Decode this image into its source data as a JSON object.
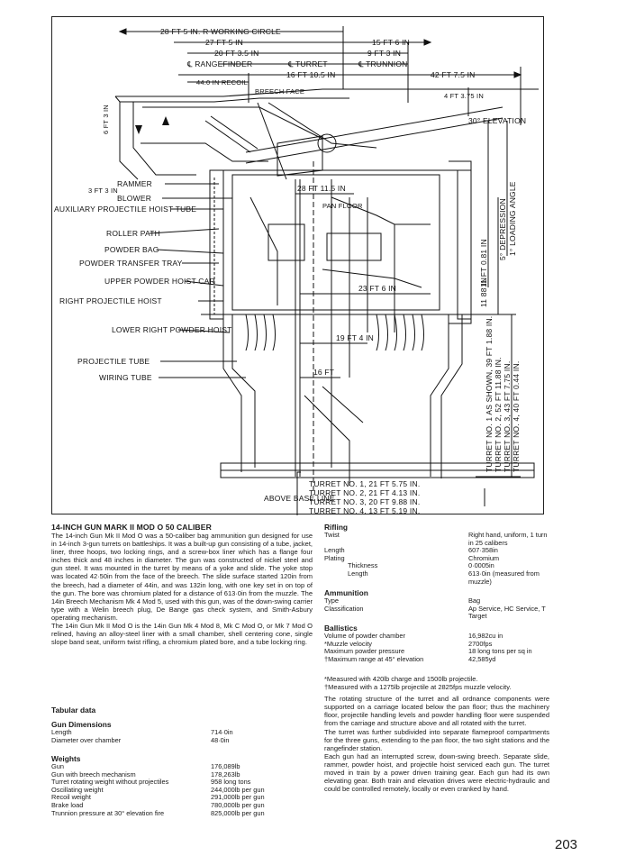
{
  "drawing": {
    "dims": {
      "working_circle": "28 FT 5 IN. R WORKING CIRCLE",
      "d27": "27 FT 5 IN",
      "d20": "20 FT 3.5 IN",
      "rangefinder": "℄ RANGEFINDER",
      "turret": "℄ TURRET",
      "trunnion": "℄ TRUNNION",
      "d15": "15 FT 6 IN",
      "d9": "9 FT 3 IN",
      "d16": "16 FT 10.5 IN",
      "d42": "42 FT 7.5 IN",
      "recoil": "44.0 IN RECOIL",
      "breech": "BREECH FACE",
      "d4": "4 FT 3.75 IN",
      "d6": "6 FT 3 IN",
      "elevation": "30° ELEVATION",
      "d28": "28 FT 11.5 IN",
      "pan_floor": "PAN FLOOR",
      "d11": "11 FT 0.81 IN",
      "depression": "5° DEPRESSION",
      "loading": "1° LOADING ANGLE",
      "d1188": "11 88 IN",
      "d23": "23 FT 6 IN",
      "d19": "19 FT 4 IN",
      "d16b": "16 FT",
      "d3": "3 FT 3 IN"
    },
    "labels": {
      "rammer": "RAMMER",
      "blower": "BLOWER",
      "aux": "AUXILIARY PROJECTILE HOIST TUBE",
      "roller": "ROLLER PATH",
      "powder_bag": "POWDER BAG",
      "powder_transfer": "POWDER TRANSFER TRAY",
      "upper_powder": "UPPER POWDER HOIST CAR",
      "right_proj": "RIGHT PROJECTILE HOIST",
      "lower_right": "LOWER RIGHT POWDER HOIST",
      "proj_tube": "PROJECTILE TUBE",
      "wiring": "WIRING TUBE"
    },
    "base_line": "ABOVE BASE LINE",
    "turret_heights": [
      "TURRET NO. 1, 21 FT 5.75 IN.",
      "TURRET NO. 2, 21 FT 4.13 IN.",
      "TURRET NO. 3, 20 FT 9.88 IN.",
      "TURRET NO. 4, 13 FT 5.19 IN."
    ],
    "turret_right": [
      "TURRET NO. 1 AS SHOWN, 39 FT 1.88 IN.",
      "TURRET NO. 2, 52 FT 11.88 IN.",
      "TURRET NO. 3, 43 FT 7.75 IN.",
      "TURRET NO. 4, 40 FT 0.44 IN."
    ]
  },
  "article": {
    "title": "14-INCH GUN MARK II MOD O 50 CALIBER",
    "para1": "The 14-inch Gun Mk II Mod O was a 50-caliber bag ammunition gun designed for use in 14-inch 3-gun turrets on battleships. It was a built-up gun consisting of a tube, jacket, liner, three hoops, two locking rings, and a screw-box liner which has a flange four inches thick and 48 inches in diameter. The gun was constructed of nickel steel and gun steel. It was mounted in the turret by means of a yoke and slide. The yoke stop was located 42·50in from the face of the breech. The slide surface started 120in from the breech, had a diameter of 44in, and was 132in long, with one key set in on top of the gun. The bore was chromium plated for a distance of 613·0in from the muzzle. The 14in Breech Mechanism Mk 4 Mod 5, used with this gun, was of the down-swing carrier type with a Welin breech plug, De Bange gas check system, and Smith-Asbury operating mechanism.",
    "para2": "The 14in Gun Mk II Mod O is the 14in Gun Mk 4 Mod 8, Mk C Mod O, or Mk 7 Mod O relined, having an alloy-steel liner with a small chamber, shell centering cone, single slope band seat, uniform twist rifling, a chromium plated bore, and a tube locking ring."
  },
  "tabular": {
    "heading": "Tabular data",
    "gun_dimensions": {
      "heading": "Gun Dimensions",
      "rows": [
        [
          "Length",
          "714·0in"
        ],
        [
          "Diameter over chamber",
          "48·0in"
        ]
      ]
    },
    "weights": {
      "heading": "Weights",
      "rows": [
        [
          "Gun",
          "176,089lb"
        ],
        [
          "Gun with breech mechanism",
          "178,263lb"
        ],
        [
          "Turret rotating weight without projectiles",
          "958 long tons"
        ],
        [
          "Oscillating weight",
          "244,000lb per gun"
        ],
        [
          "Recoil weight",
          "291,000lb per gun"
        ],
        [
          "Brake load",
          "780,000lb per gun"
        ],
        [
          "Trunnion pressure at 30° elevation fire",
          "825,000lb per gun"
        ]
      ]
    }
  },
  "right": {
    "rifling": {
      "heading": "Rifling",
      "rows": [
        [
          "Twist",
          "Right hand, uniform, 1 turn in 25 calibers"
        ],
        [
          "Length",
          "607·358in"
        ],
        [
          "Plating",
          "Chromium"
        ],
        [
          "    Thickness",
          "0·0005in"
        ],
        [
          "    Length",
          "613·0in (measured from muzzle)"
        ]
      ]
    },
    "ammunition": {
      "heading": "Ammunition",
      "rows": [
        [
          "Type",
          "Bag"
        ],
        [
          "Classification",
          "Ap Service, HC Service, T Target"
        ]
      ]
    },
    "ballistics": {
      "heading": "Ballistics",
      "rows": [
        [
          "Volume of powder chamber",
          "16,982cu in"
        ],
        [
          "*Muzzle velocity",
          "2700fps"
        ],
        [
          "Maximum powder pressure",
          "18 long tons per sq in"
        ],
        [
          "†Maximum range at 45° elevation",
          "42,585yd"
        ]
      ]
    },
    "notes": [
      "*Measured with 420lb charge and 1500lb projectile.",
      "†Measured with a 1275lb projectile at 2825fps muzzle velocity."
    ],
    "para1": "The rotating structure of the turret and all ordnance components were supported on a carriage located below the pan floor; thus the machinery floor, projectile handling levels and powder handling floor were suspended from the carriage and structure above and all rotated with the turret.",
    "para2": "The turret was further subdivided into separate flameproof compartments for the three guns, extending to the pan floor, the two sight stations and the rangefinder station.",
    "para3": "Each gun had an interrupted screw, down-swing breech. Separate slide, rammer, powder hoist, and projectile hoist serviced each gun. The turret moved in train by a power driven training gear. Each gun had its own elevating gear. Both train and elevation drives were electric-hydraulic and could be controlled remotely, locally or even cranked by hand."
  },
  "page_number": "203"
}
